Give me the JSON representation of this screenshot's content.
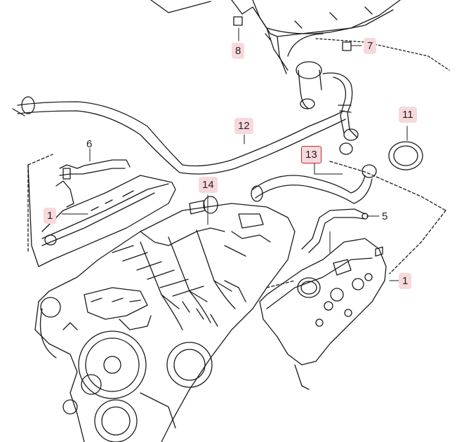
{
  "diagram": {
    "callouts": [
      {
        "id": "c8",
        "label": "8",
        "style": "pink"
      },
      {
        "id": "c7",
        "label": "7",
        "style": "pink"
      },
      {
        "id": "c11",
        "label": "11",
        "style": "pink"
      },
      {
        "id": "c12",
        "label": "12",
        "style": "pink"
      },
      {
        "id": "c6",
        "label": "6",
        "style": "plain"
      },
      {
        "id": "c13",
        "label": "13",
        "style": "boxed"
      },
      {
        "id": "c14",
        "label": "14",
        "style": "pink"
      },
      {
        "id": "c1a",
        "label": "1",
        "style": "pink"
      },
      {
        "id": "c5",
        "label": "5",
        "style": "plain"
      },
      {
        "id": "c1b",
        "label": "1",
        "style": "pink"
      }
    ],
    "colors": {
      "line": "#1a1a1a",
      "label_fill": "#f7d9dc",
      "highlight_border": "#c1272d"
    }
  }
}
